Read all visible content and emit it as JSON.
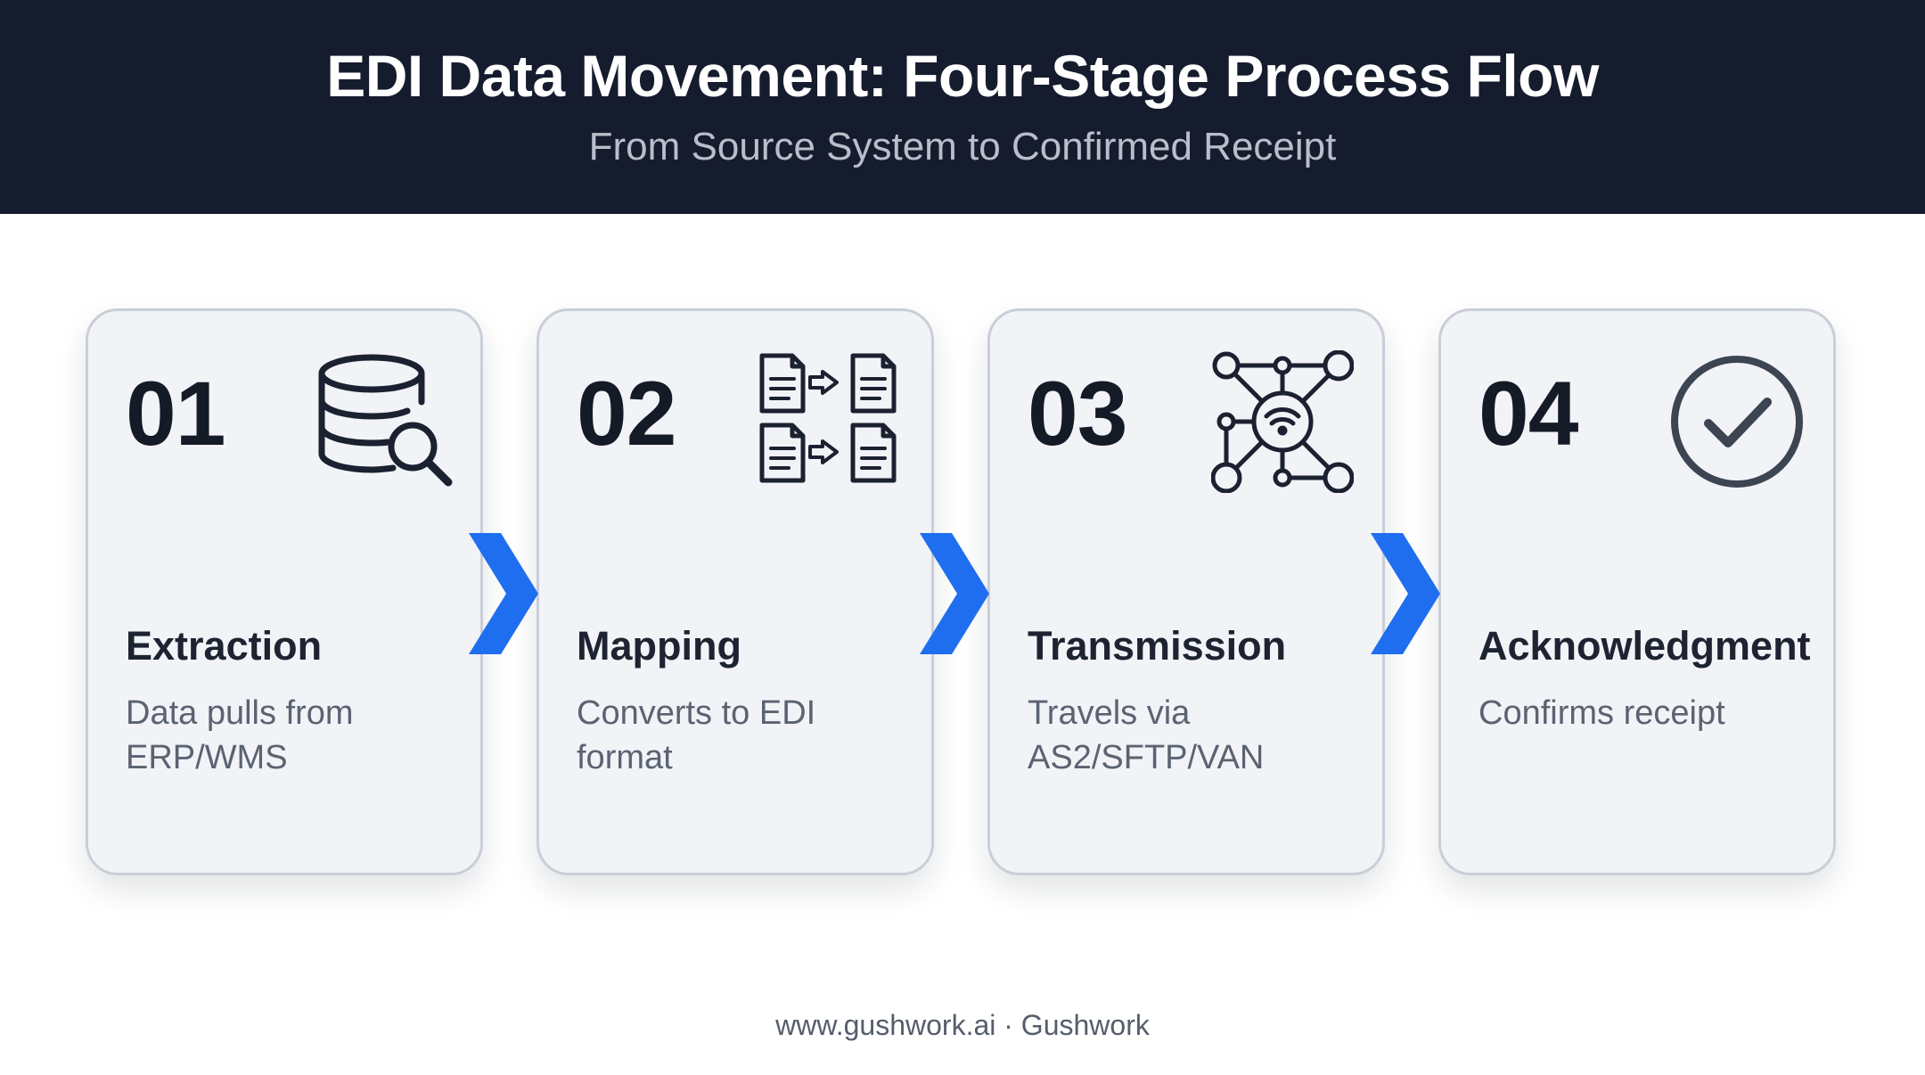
{
  "header": {
    "title": "EDI Data Movement: Four-Stage Process Flow",
    "subtitle": "From Source System to Confirmed Receipt"
  },
  "stages": [
    {
      "number": "01",
      "title": "Extraction",
      "description": "Data pulls from ERP/WMS",
      "icon": "database-search-icon"
    },
    {
      "number": "02",
      "title": "Mapping",
      "description": "Converts to EDI format",
      "icon": "document-convert-icon"
    },
    {
      "number": "03",
      "title": "Transmission",
      "description": "Travels via AS2/SFTP/VAN",
      "icon": "network-wireless-icon"
    },
    {
      "number": "04",
      "title": "Acknowledgment",
      "description": "Confirms receipt",
      "icon": "checkmark-circle-icon"
    }
  ],
  "footer": {
    "text": "www.gushwork.ai · Gushwork"
  },
  "colors": {
    "header_bg": "#151c2e",
    "accent": "#1f6ef0",
    "card_bg": "#f1f3f7",
    "card_border": "#c9ced8",
    "icon": "#1b2130"
  }
}
